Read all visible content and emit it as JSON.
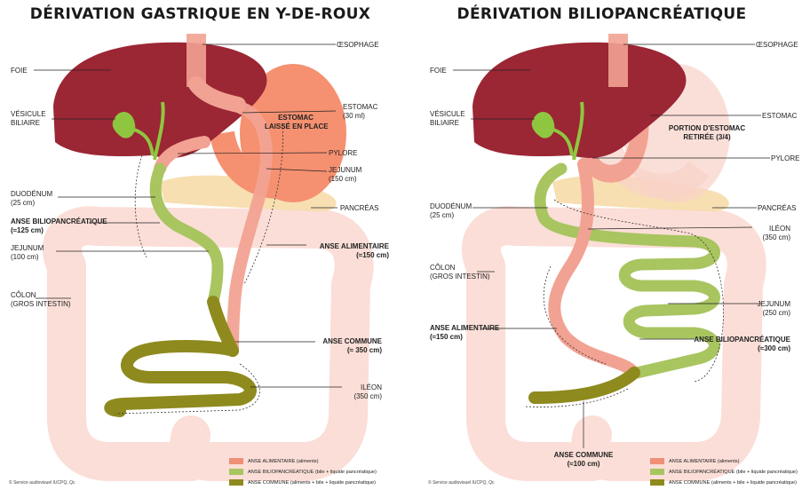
{
  "colors": {
    "alimentaire": "#ef8f77",
    "biliopancreatique": "#a8c560",
    "commune": "#8f8a1e",
    "liver": "#9b2634",
    "intestine": "#f9d3c9",
    "stomach": "#f59070"
  },
  "left": {
    "title": "DÉRIVATION GASTRIQUE EN Y-DE-ROUX",
    "labels": {
      "oesophage": "ŒSOPHAGE",
      "foie": "FOIE",
      "vesicule": [
        "VÉSICULE",
        "BILIAIRE"
      ],
      "estomac": [
        "ESTOMAC",
        "(30 ml)"
      ],
      "estomac_laisse": [
        "ESTOMAC",
        "LAISSÉ EN PLACE"
      ],
      "pylore": "PYLORE",
      "jejunum_right": [
        "JEJUNUM",
        "(150 cm)"
      ],
      "duodenum": [
        "DUODÉNUM",
        "(25 cm)"
      ],
      "pancreas": "PANCRÉAS",
      "anse_bilio": [
        "ANSE BILIOPANCRÉATIQUE",
        "(≈125 cm)"
      ],
      "jejunum_left": [
        "JEJUNUM",
        "(100 cm)"
      ],
      "anse_alim": [
        "ANSE ALIMENTAIRE",
        "(≈150 cm)"
      ],
      "colon": [
        "CÔLON",
        "(GROS INTESTIN)"
      ],
      "anse_commune": [
        "ANSE COMMUNE",
        "(≈ 350 cm)"
      ],
      "ileon": [
        "ILÉON",
        "(350 cm)"
      ]
    },
    "legend": [
      "ANSE ALIMENTAIRE (aliments)",
      "ANSE BILIOPANCRÉATIQUE (bile + liquide pancréatique)",
      "ANSE COMMUNE (aliments + bile + liquide pancréatique)"
    ],
    "credit": "© Service audiovisuel IUCPQ, Qc"
  },
  "right": {
    "title": "DÉRIVATION BILIOPANCRÉATIQUE",
    "labels": {
      "oesophage": "ŒSOPHAGE",
      "foie": "FOIE",
      "vesicule": [
        "VÉSICULE",
        "BILIAIRE"
      ],
      "estomac": "ESTOMAC",
      "portion": [
        "PORTION D'ESTOMAC",
        "RETIRÉE (3/4)"
      ],
      "pylore": "PYLORE",
      "duodenum": [
        "DUODÉNUM",
        "(25 cm)"
      ],
      "pancreas": "PANCRÉAS",
      "ileon": [
        "ILÉON",
        "(350 cm)"
      ],
      "colon": [
        "CÔLON",
        "(GROS INTESTIN)"
      ],
      "jejunum": [
        "JEJUNUM",
        "(250 cm)"
      ],
      "anse_alim": [
        "ANSE ALIMENTAIRE",
        "(≈150 cm)"
      ],
      "anse_bilio": [
        "ANSE BILIOPANCRÉATIQUE",
        "(≈300 cm)"
      ],
      "anse_commune": [
        "ANSE COMMUNE",
        "(≈100 cm)"
      ]
    },
    "legend": [
      "ANSE ALIMENTAIRE (aliments)",
      "ANSE BILIOPANCRÉATIQUE (bile + liquide pancréatique)",
      "ANSE COMMUNE (aliments + bile + liquide pancréatique)"
    ],
    "credit": "© Service audiovisuel IUCPQ, Qc"
  }
}
